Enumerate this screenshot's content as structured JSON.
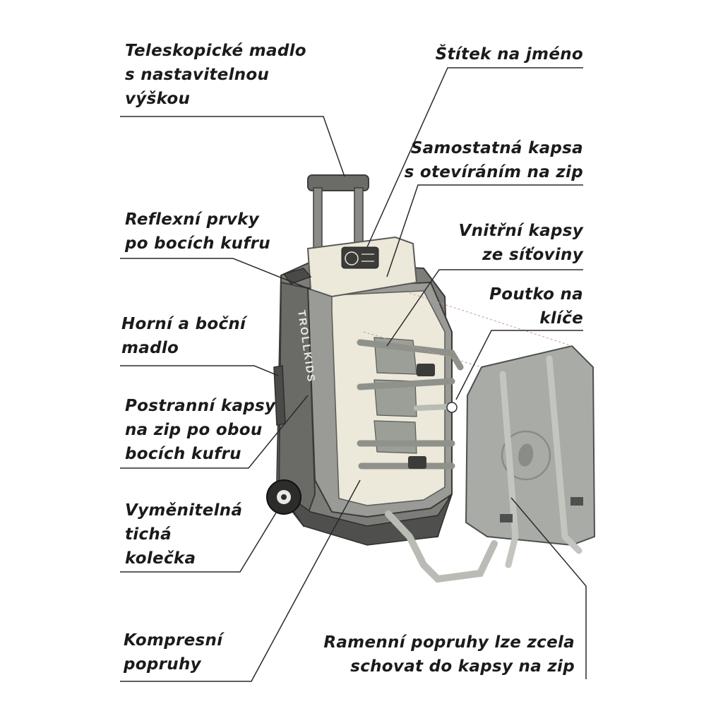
{
  "labels": {
    "handle": [
      "Teleskopické madlo",
      "s nastavitelnou",
      "výškou"
    ],
    "name_tag": [
      "Štítek na jméno"
    ],
    "zip_pocket": [
      "Samostatná kapsa",
      "s otevíráním na zip"
    ],
    "reflective": [
      "Reflexní prvky",
      "po bocích kufru"
    ],
    "mesh_pockets": [
      "Vnitřní kapsy",
      "ze síťoviny"
    ],
    "key_loop": [
      "Poutko na",
      "klíče"
    ],
    "side_handles": [
      "Horní a boční",
      "madlo"
    ],
    "side_pockets": [
      "Postranní kapsy",
      "na zip po obou",
      "bocích kufru"
    ],
    "wheels": [
      "Vyměnitelná",
      "tichá",
      "kolečka"
    ],
    "compression": [
      "Kompresní",
      "popruhy"
    ],
    "shoulder_straps": [
      "Ramenní popruhy lze zcela",
      "schovat do kapsy na zip"
    ]
  },
  "product": {
    "brand_text": "TROLLKIDS"
  },
  "colors": {
    "shell": "#7c7d79",
    "shell_dark": "#5a5b58",
    "lining": "#ece8da",
    "strap": "#b9bcb4",
    "back_panel": "#a9aba6",
    "text": "#1b1b1b"
  }
}
